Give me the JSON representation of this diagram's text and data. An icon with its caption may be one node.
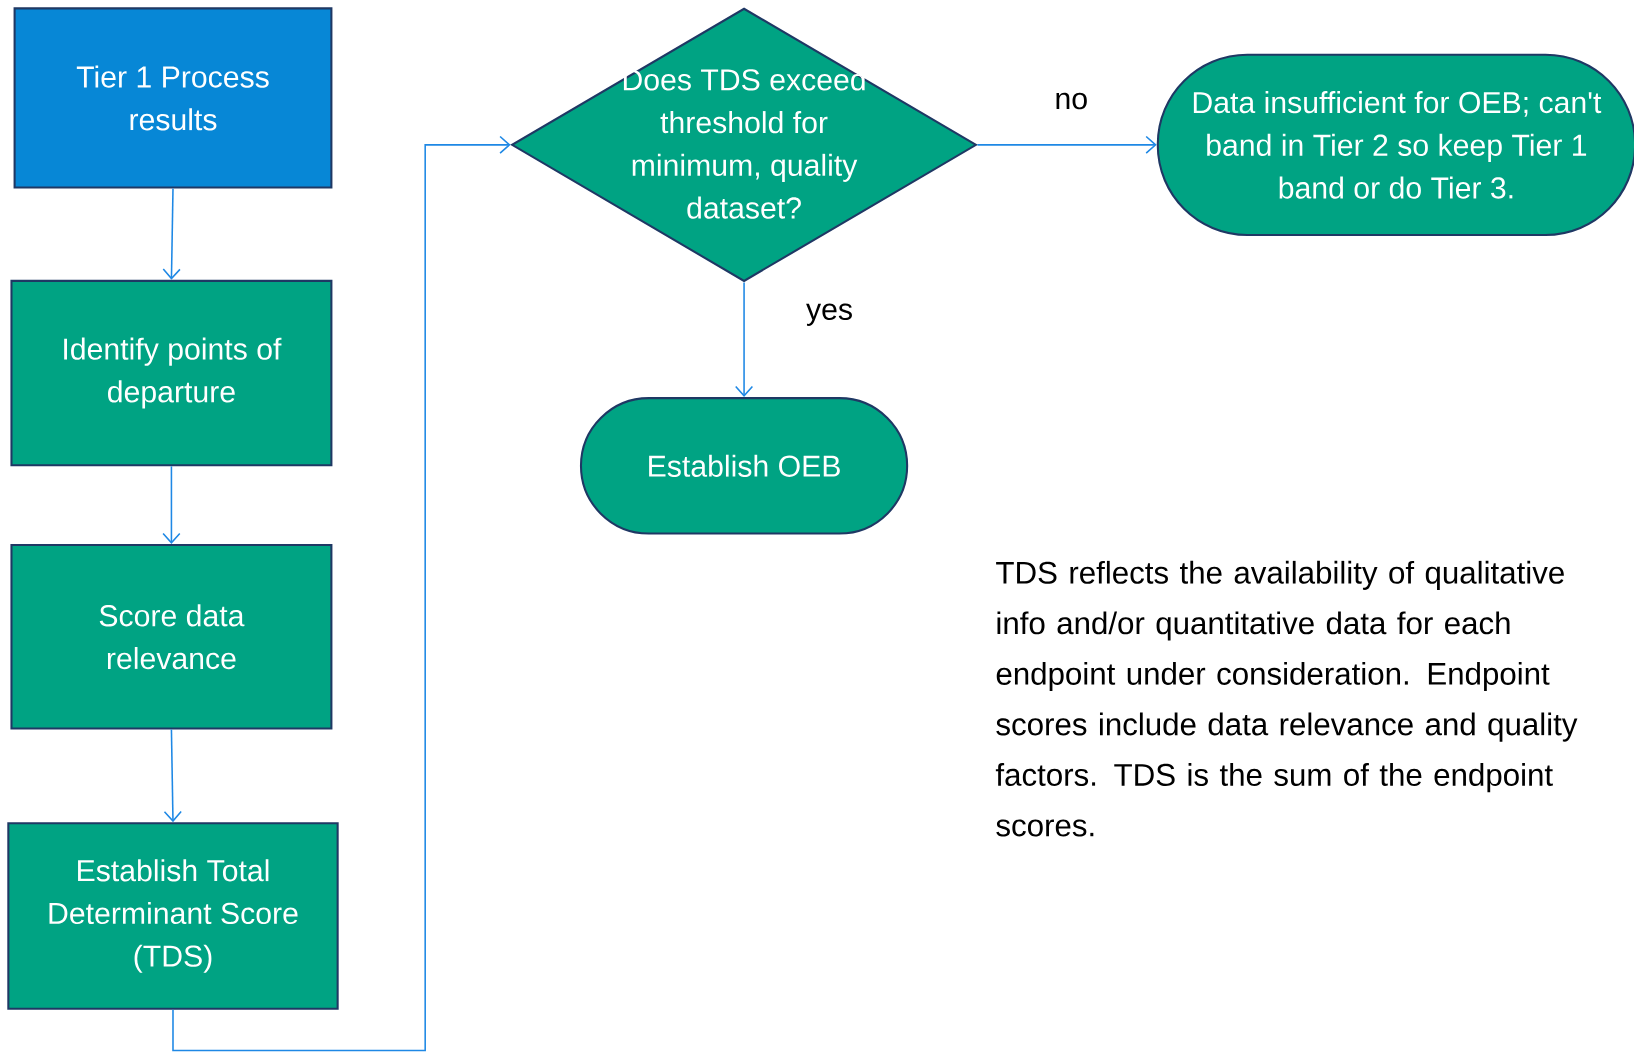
{
  "diagram": {
    "nodes": [
      {
        "text": [
          "Tier 1 Process results"
        ]
      },
      {
        "text": [
          "Identify points of departure"
        ]
      },
      {
        "text": [
          "Score data relevance"
        ]
      },
      {
        "text": [
          "Establish Total Determinant Score (TDS)"
        ]
      },
      {
        "text": [
          "Does TDS exceed threshold for minimum, quality dataset?"
        ]
      },
      {
        "text": [
          "Data insufficient for OEB; can't band in Tier 2 so keep Tier 1 band or do Tier 3."
        ]
      },
      {
        "text": [
          "Establish OEB"
        ]
      }
    ],
    "edges": [
      {
        "from": 0,
        "to": 1,
        "arrow": "to"
      },
      {
        "from": 1,
        "to": 2,
        "arrow": "to"
      },
      {
        "from": 2,
        "to": 3,
        "arrow": "to"
      },
      {
        "from": 3,
        "to": 4,
        "arrow": "to"
      },
      {
        "from": 4,
        "to": 5,
        "label": "no",
        "arrow": "to"
      },
      {
        "from": 4,
        "to": 6,
        "label": "yes",
        "arrow": "to"
      }
    ],
    "labels": [
      "TDS reflects the availability of qualitative info and/or quantitative data for each endpoint under consideration.  Endpoint scores include data relevance and quality factors.  TDS is the sum of the endpoint scores."
    ]
  }
}
